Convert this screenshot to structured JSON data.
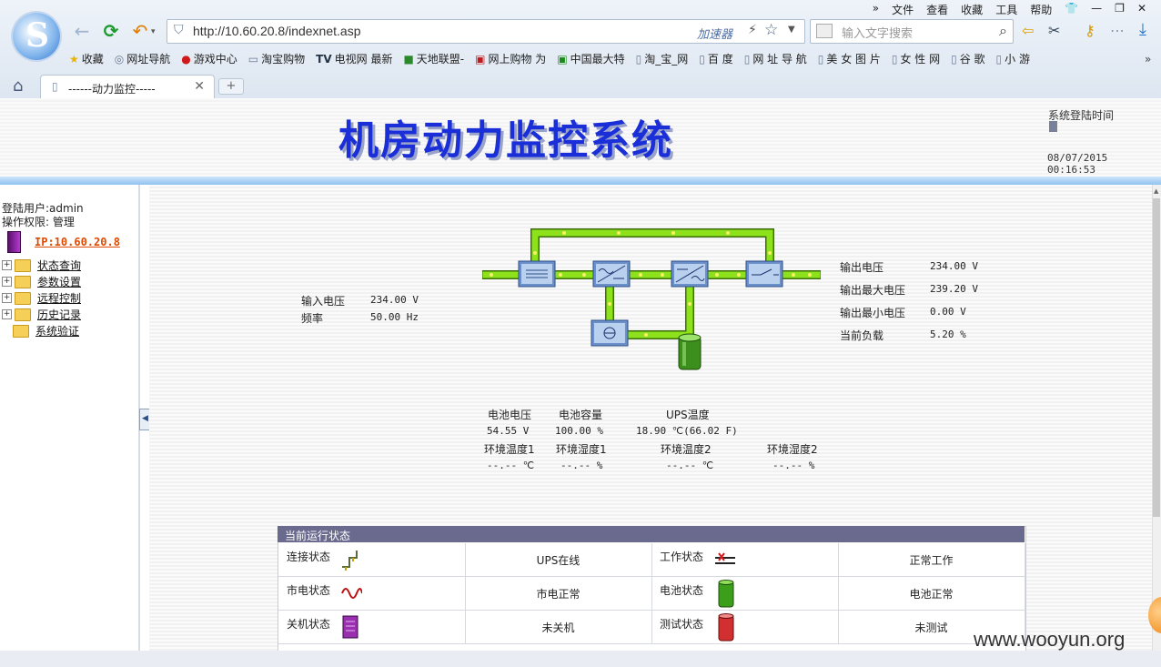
{
  "browser": {
    "menu": [
      "»",
      "文件",
      "查看",
      "收藏",
      "工具",
      "帮助"
    ],
    "url": "http://10.60.20.8/indexnet.asp",
    "accelerator": "加速器",
    "search_placeholder": "输入文字搜索",
    "favorites": [
      "收藏",
      "网址导航",
      "游戏中心",
      "淘宝购物",
      "电视网 最新",
      "天地联盟-",
      "网上购物 为",
      "中国最大特",
      "淘_宝_网",
      "百 度",
      "网 址 导 航",
      "美 女 图 片",
      "女 性 网",
      "谷 歌",
      "小 游"
    ],
    "tab_title": "------动力监控-----",
    "new_tab": "+"
  },
  "header": {
    "title": "机房动力监控系统",
    "login_time_label": "系统登陆时间",
    "login_time": "08/07/2015 00:16:53"
  },
  "sidebar": {
    "user_line": "登陆用户:admin",
    "perm_line": "操作权限: 管理",
    "ip": "IP:10.60.20.8",
    "items": [
      {
        "label": "状态查询",
        "expand": "+"
      },
      {
        "label": "参数设置",
        "expand": "+"
      },
      {
        "label": "远程控制",
        "expand": "+"
      },
      {
        "label": "历史记录",
        "expand": "+"
      },
      {
        "label": "系统验证",
        "expand": ""
      }
    ]
  },
  "input": {
    "voltage_label": "输入电压",
    "voltage_value": "234.00 V",
    "freq_label": "频率",
    "freq_value": "50.00 Hz"
  },
  "output": {
    "voltage_label": "输出电压",
    "voltage_value": "234.00 V",
    "max_label": "输出最大电压",
    "max_value": "239.20 V",
    "min_label": "输出最小电压",
    "min_value": "0.00 V",
    "load_label": "当前负载",
    "load_value": "5.20 %"
  },
  "battery": {
    "voltage_label": "电池电压",
    "voltage_value": "54.55  V",
    "capacity_label": "电池容量",
    "capacity_value": "100.00  %",
    "ups_temp_label": "UPS温度",
    "ups_temp_value": "18.90  ℃(66.02 F)"
  },
  "env": {
    "t1_label": "环境温度1",
    "t1_value": "--.-- ℃",
    "h1_label": "环境湿度1",
    "h1_value": "--.-- %",
    "t2_label": "环境温度2",
    "t2_value": "--.-- ℃",
    "h2_label": "环境湿度2",
    "h2_value": "--.-- %"
  },
  "status": {
    "heading": "当前运行状态",
    "rows": [
      {
        "l1": "连接状态",
        "v1": "UPS在线",
        "l2": "工作状态",
        "v2": "正常工作"
      },
      {
        "l1": "市电状态",
        "v1": "市电正常",
        "l2": "电池状态",
        "v2": "电池正常"
      },
      {
        "l1": "关机状态",
        "v1": "未关机",
        "l2": "测试状态",
        "v2": "未测试"
      }
    ]
  },
  "watermark": "www.wooyun.org",
  "colors": {
    "title_blue": "#1a2fd8",
    "pipe_green": "#7fd81a",
    "ip_orange": "#e04a00",
    "status_header": "#6a6a8e"
  }
}
